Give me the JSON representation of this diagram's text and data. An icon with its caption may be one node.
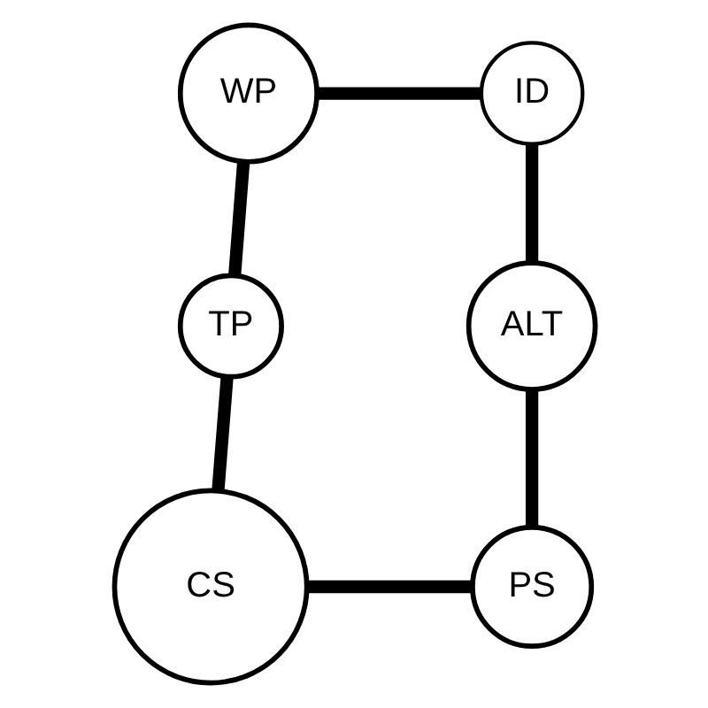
{
  "diagram": {
    "nodes": [
      {
        "text": [
          "WP"
        ]
      },
      {
        "text": [
          "ID"
        ]
      },
      {
        "text": [
          "ALT"
        ]
      },
      {
        "text": [
          "TP"
        ]
      },
      {
        "text": [
          "CS"
        ]
      },
      {
        "text": [
          "PS"
        ]
      }
    ],
    "edges": [
      {
        "from": 0,
        "to": 1,
        "arrow": "none"
      },
      {
        "from": 1,
        "to": 2,
        "arrow": "none"
      },
      {
        "from": 2,
        "to": 5,
        "arrow": "none"
      },
      {
        "from": 5,
        "to": 4,
        "arrow": "none"
      },
      {
        "from": 4,
        "to": 3,
        "arrow": "none"
      },
      {
        "from": 3,
        "to": 0,
        "arrow": "none"
      }
    ]
  }
}
